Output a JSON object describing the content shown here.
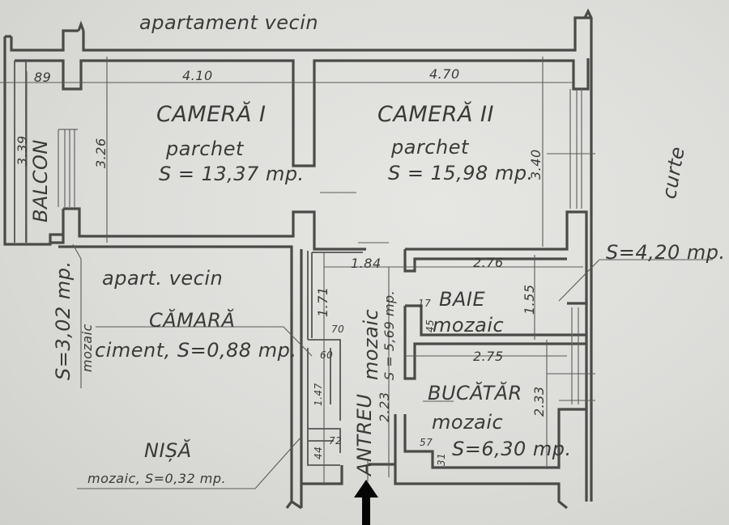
{
  "plan": {
    "neighbors": {
      "top": "apartament vecin",
      "left": "apart. vecin",
      "right": "curte"
    },
    "rooms": [
      {
        "id": "camera-1",
        "name": "CAMERĂ I",
        "floor": "parchet",
        "area": "S = 13,37 mp."
      },
      {
        "id": "camera-2",
        "name": "CAMERĂ II",
        "floor": "parchet",
        "area": "S = 15,98 mp."
      },
      {
        "id": "balcon",
        "name": "BALCON",
        "floor": "mozaic",
        "area": "S=3,02 mp."
      },
      {
        "id": "camara",
        "name": "CĂMARĂ",
        "floor": "ciment",
        "area": "S=0,88 mp.",
        "label_line": "ciment, S=0,88 mp."
      },
      {
        "id": "antreu",
        "name": "ANTREU",
        "floor": "mozaic",
        "area": "S = 5,69 mp."
      },
      {
        "id": "baie",
        "name": "BAIE",
        "floor": "mozaic",
        "area": "S=4,20 mp."
      },
      {
        "id": "bucatarie",
        "name": "BUCĂTĂR",
        "floor": "mozaic",
        "area": "S=6,30 mp."
      },
      {
        "id": "nisa",
        "name": "NIȘĂ",
        "floor": "mozaic",
        "area": "S=0,32 mp.",
        "label_line": "mozaic, S=0,32 mp."
      }
    ],
    "dimensions": {
      "balcon_width": "89",
      "camera1_width": "4.10",
      "camera2_width": "4.70",
      "balcon_length": "3.39",
      "camera1_depth": "3.26",
      "camera2_depth": "3.40",
      "antreu_width": "1.84",
      "baie_width": "2.76",
      "baie_depth": "1.55",
      "bucatarie_width": "2.75",
      "bucatarie_depth": "2.33",
      "antreu_upper": "1.71",
      "antreu_lower": "2.23",
      "camara_width": "70",
      "camara_depth": "60",
      "camara_length": "1.47",
      "nisa_depth": "44",
      "nisa_width": "72",
      "baie_niche_w": "17",
      "baie_niche_d": "45",
      "kitchen_niche_w": "57",
      "kitchen_niche_d": "31"
    },
    "entry_marker": "entry-arrow"
  }
}
